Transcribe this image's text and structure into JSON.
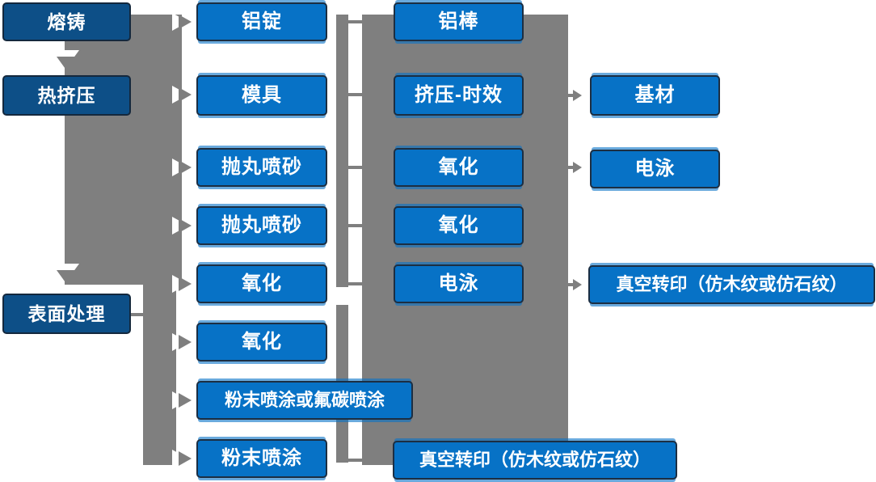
{
  "diagram_type": "process-flowchart",
  "colors": {
    "stage_box_fill": "#0d4f87",
    "step_box_fill": "#0772c6",
    "box_border": "#1c2e42",
    "connector_gray": "#7f7f7f",
    "text": "#ffffff",
    "background": "#ffffff"
  },
  "nodes": {
    "rongzhu": "熔铸",
    "rejiya": "热挤压",
    "biaomianchuli": "表面处理",
    "lvding": "铝锭",
    "moju": "模具",
    "paowan1": "抛丸喷砂",
    "paowan2": "抛丸喷砂",
    "yanghua_c2a": "氧化",
    "yanghua_c2b": "氧化",
    "fenmo_fluoro": "粉末喷涂或氟碳喷涂",
    "fenmo": "粉末喷涂",
    "lvbang": "铝棒",
    "jiya_shixiao": "挤压-时效",
    "yanghua_c3a": "氧化",
    "yanghua_c3b": "氧化",
    "dianyong_c3": "电泳",
    "zhenkong_bottom": "真空转印（仿木纹或仿石纹）",
    "jicai": "基材",
    "dianyong_c4": "电泳",
    "zhenkong_right": "真空转印（仿木纹或仿石纹）"
  }
}
